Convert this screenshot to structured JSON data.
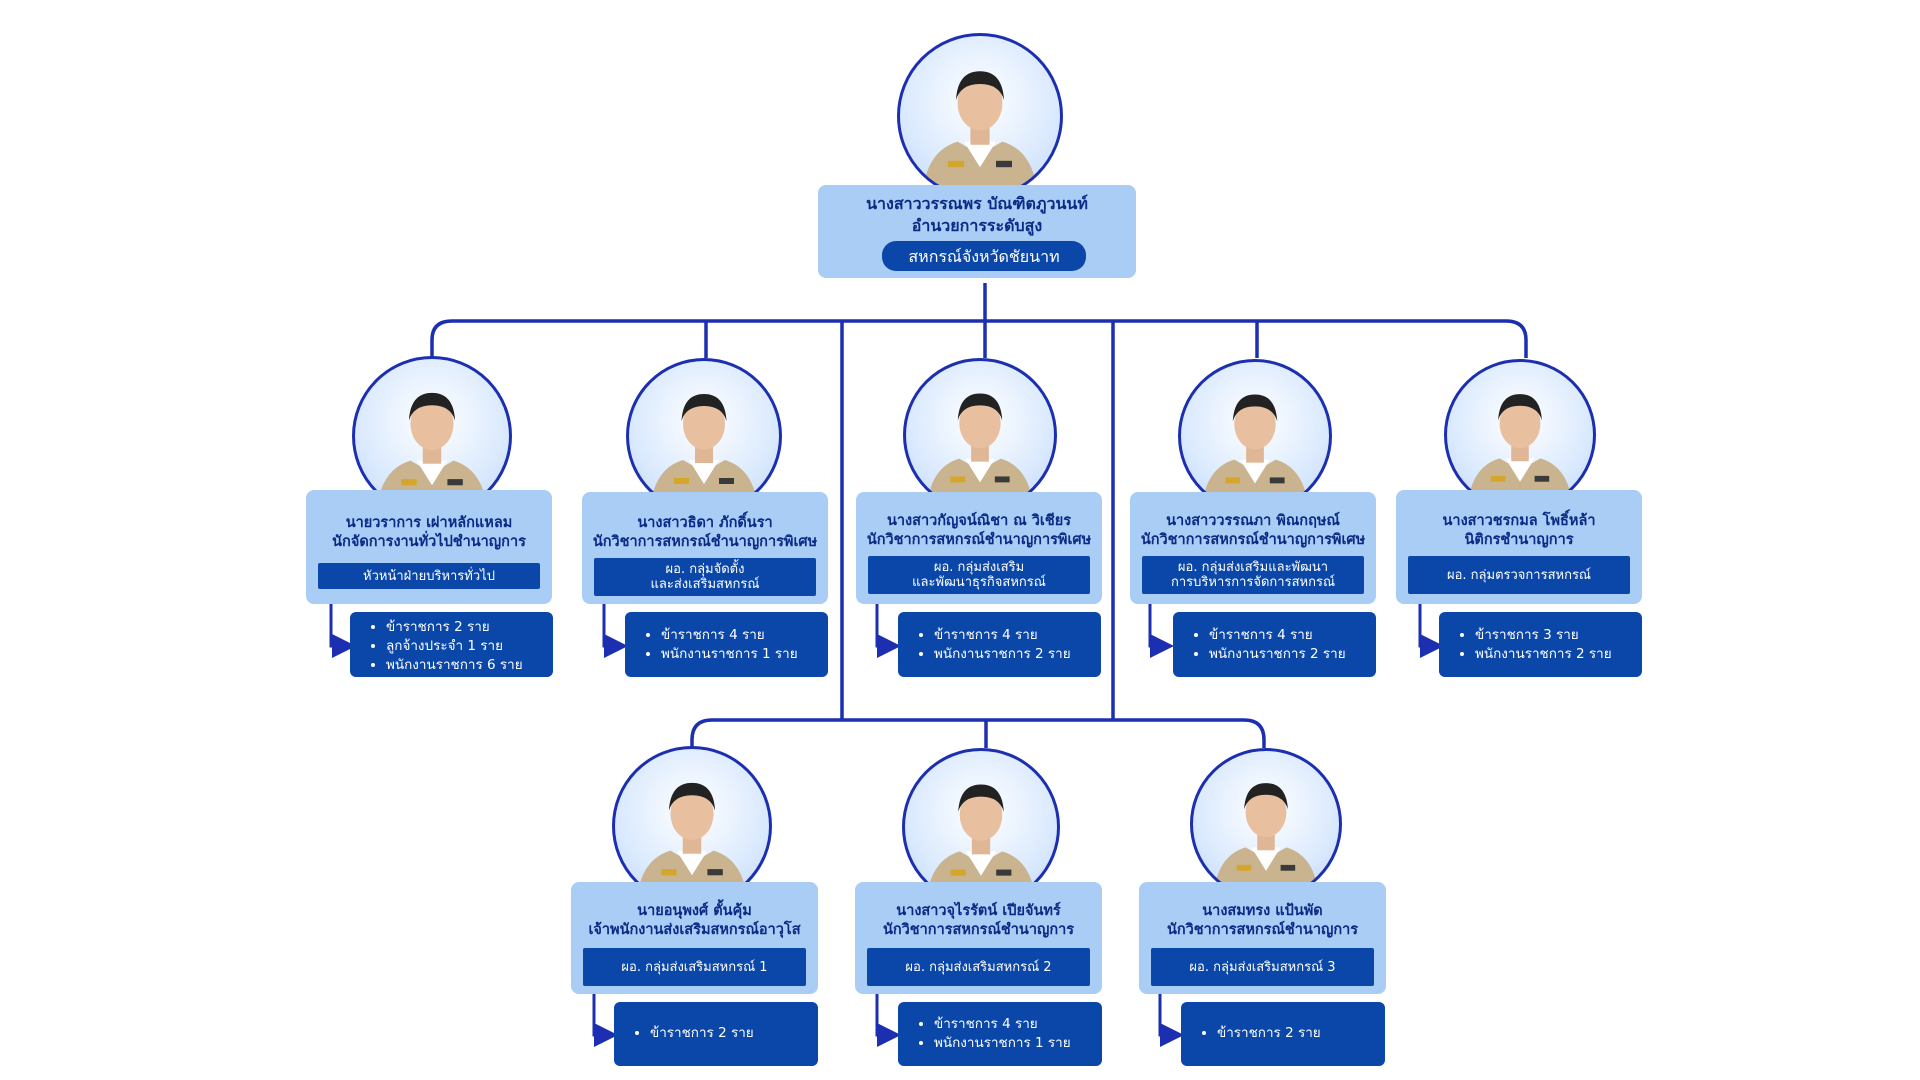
{
  "colors": {
    "line": "#1b2fb0",
    "card": "#a9cdf5",
    "unit_bg": "#0a47a8",
    "text": "#0b2a86"
  },
  "top": {
    "name": "นางสาววรรณพร บัณฑิตภูวนนท์",
    "position": "อำนวยการระดับสูง",
    "unit": "สหกรณ์จังหวัดชัยนาท"
  },
  "row1": [
    {
      "name": "นายวราการ เผ่าหลักแหลม",
      "position": "นักจัดการงานทั่วไปชำนาญการ",
      "unit": "หัวหน้าฝ่ายบริหารทั่วไป",
      "staff": [
        "ข้าราชการ 2 ราย",
        "ลูกจ้างประจำ 1 ราย",
        "พนักงานราชการ 6 ราย"
      ]
    },
    {
      "name": "นางสาวธิดา ภักดิ์นรา",
      "position": "นักวิชาการสหกรณ์ชำนาญการพิเศษ",
      "unit": "ผอ. กลุ่มจัดตั้ง\nและส่งเสริมสหกรณ์",
      "staff": [
        "ข้าราชการ 4 ราย",
        "พนักงานราชการ 1 ราย"
      ]
    },
    {
      "name": "นางสาวกัญจน์ณิชา ณ วิเชียร",
      "position": "นักวิชาการสหกรณ์ชำนาญการพิเศษ",
      "unit": "ผอ. กลุ่มส่งเสริม\nและพัฒนาธุรกิจสหกรณ์",
      "staff": [
        "ข้าราชการ 4 ราย",
        "พนักงานราชการ 2 ราย"
      ]
    },
    {
      "name": "นางสาววรรณภา พิณกฤษณ์",
      "position": "นักวิชาการสหกรณ์ชำนาญการพิเศษ",
      "unit": "ผอ. กลุ่มส่งเสริมและพัฒนา\nการบริหารการจัดการสหกรณ์",
      "staff": [
        "ข้าราชการ 4 ราย",
        "พนักงานราชการ 2 ราย"
      ]
    },
    {
      "name": "นางสาวชรกมล โพธิ์หล้า",
      "position": "นิติกรชำนาญการ",
      "unit": "ผอ. กลุ่มตรวจการสหกรณ์",
      "staff": [
        "ข้าราชการ 3 ราย",
        "พนักงานราชการ 2 ราย"
      ]
    }
  ],
  "row2": [
    {
      "name": "นายอนุพงศ์ ตั้นคุ้ม",
      "position": "เจ้าพนักงานส่งเสริมสหกรณ์อาวุโส",
      "unit": "ผอ. กลุ่มส่งเสริมสหกรณ์ 1",
      "staff": [
        "ข้าราชการ 2 ราย"
      ]
    },
    {
      "name": "นางสาวจุไรรัตน์ เปียจันทร์",
      "position": "นักวิชาการสหกรณ์ชำนาญการ",
      "unit": "ผอ. กลุ่มส่งเสริมสหกรณ์ 2",
      "staff": [
        "ข้าราชการ 4 ราย",
        "พนักงานราชการ 1 ราย"
      ]
    },
    {
      "name": "นางสมทรง แป้นพัด",
      "position": "นักวิชาการสหกรณ์ชำนาญการ",
      "unit": "ผอ. กลุ่มส่งเสริมสหกรณ์ 3",
      "staff": [
        "ข้าราชการ 2 ราย"
      ]
    }
  ]
}
